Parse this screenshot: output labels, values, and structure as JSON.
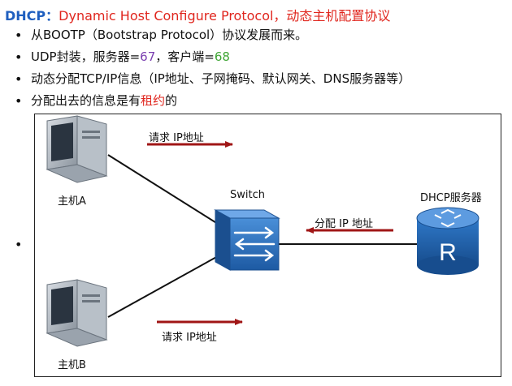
{
  "title": {
    "keyword": "DHCP",
    "colon": "：",
    "text": "Dynamic Host Configure Protocol，动态主机配置协议"
  },
  "bullets": {
    "b1": "从BOOTP（Bootstrap Protocol）协议发展而来。",
    "b2_prefix": "UDP封装，服务器=",
    "b2_server_port": "67",
    "b2_mid": "，客户端=",
    "b2_client_port": "68",
    "b3": "动态分配TCP/IP信息（IP地址、子网掩码、默认网关、DNS服务器等）",
    "b4_prefix": "分配出去的信息是有",
    "b4_highlight": "租约",
    "b4_suffix": "的"
  },
  "diagram": {
    "host_a": "主机A",
    "host_b": "主机B",
    "switch": "Switch",
    "server": "DHCP服务器",
    "request_a": "请求 IP地址",
    "request_b": "请求 IP地址",
    "assign": "分配 IP  地址"
  },
  "colors": {
    "arrow": "#a01616",
    "router_body": "#1d5fa8",
    "switch_body": "#2a6fbf",
    "pc": "#9aa3ad"
  }
}
